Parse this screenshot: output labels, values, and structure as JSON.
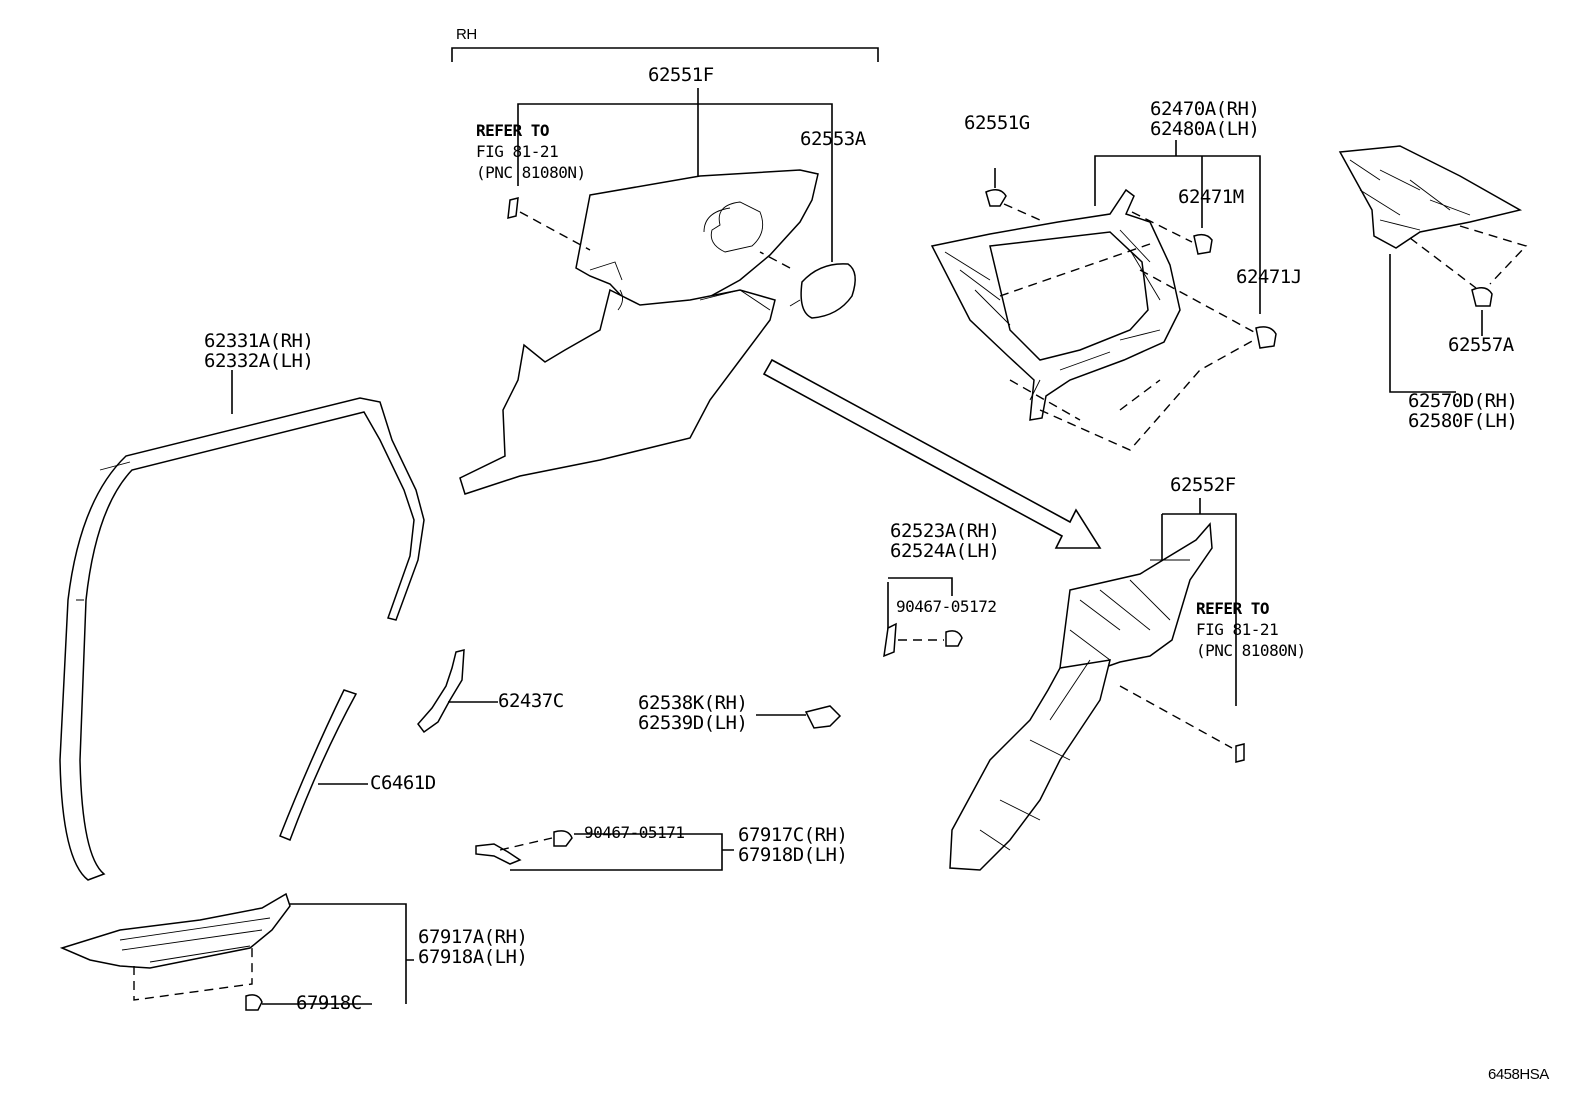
{
  "labels": {
    "rh_group": "RH",
    "p62551F": "62551F",
    "refer1_a": "REFER TO",
    "refer1_b": "FIG 81-21",
    "refer1_c": "(PNC 81080N)",
    "p62553A": "62553A",
    "p62551G": "62551G",
    "p62470A": "62470A(RH)",
    "p62480A": "62480A(LH)",
    "p62471M": "62471M",
    "p62471J": "62471J",
    "p62557A": "62557A",
    "p62570D": "62570D(RH)",
    "p62580F": "62580F(LH)",
    "p62331A": "62331A(RH)",
    "p62332A": "62332A(LH)",
    "p62552F": "62552F",
    "p62523A": "62523A(RH)",
    "p62524A": "62524A(LH)",
    "p90467_05172": "90467-05172",
    "refer2_a": "REFER TO",
    "refer2_b": "FIG 81-21",
    "refer2_c": "(PNC 81080N)",
    "p62437C": "62437C",
    "p62538K": "62538K(RH)",
    "p62539D": "62539D(LH)",
    "pC6461D": "C6461D",
    "p90467_05171": "90467-05171",
    "p67917C": "67917C(RH)",
    "p67918D": "67918D(LH)",
    "p67917A": "67917A(RH)",
    "p67918A": "67918A(LH)",
    "p67918C": "67918C",
    "figure_code": "6458HSA"
  }
}
